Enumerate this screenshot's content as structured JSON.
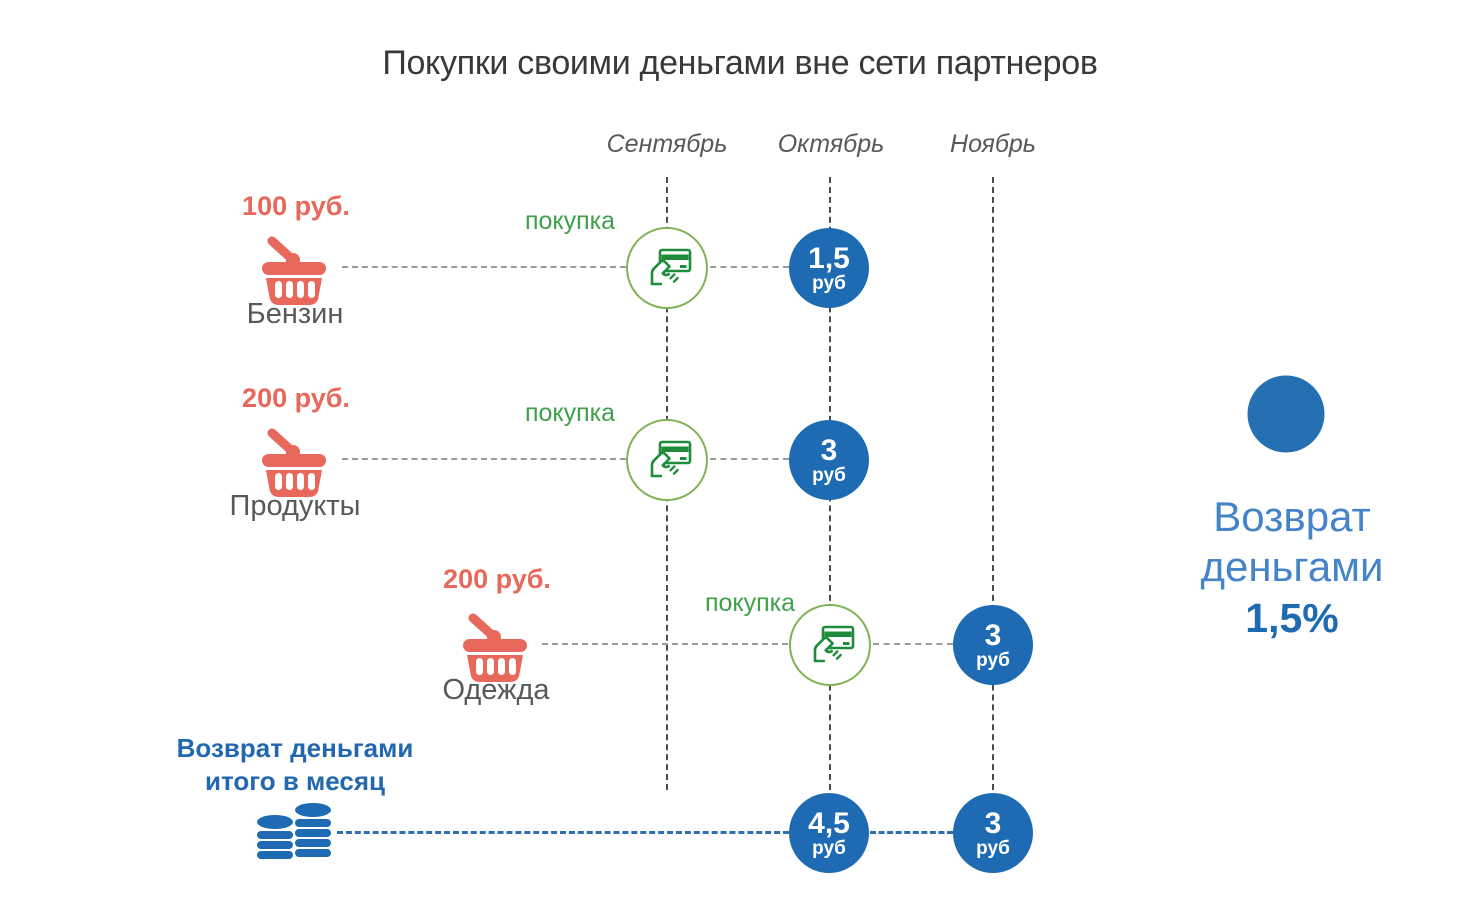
{
  "title": "Покупки своими деньгами вне сети партнеров",
  "months": [
    {
      "label": "Сентябрь"
    },
    {
      "label": "Октябрь"
    },
    {
      "label": "Ноябрь"
    }
  ],
  "rows": [
    {
      "amount": "100 руб.",
      "category": "Бензин",
      "purchase_label": "покупка",
      "purchase_month": "Сентябрь",
      "cashback_month": "Октябрь",
      "cashback_value": "1,5",
      "cashback_unit": "руб"
    },
    {
      "amount": "200 руб.",
      "category": "Продукты",
      "purchase_label": "покупка",
      "purchase_month": "Сентябрь",
      "cashback_month": "Октябрь",
      "cashback_value": "3",
      "cashback_unit": "руб"
    },
    {
      "amount": "200 руб.",
      "category": "Одежда",
      "purchase_label": "покупка",
      "purchase_month": "Октябрь",
      "cashback_month": "Ноябрь",
      "cashback_value": "3",
      "cashback_unit": "руб"
    }
  ],
  "total": {
    "label_line1": "Возврат деньгами",
    "label_line2": "итого в месяц",
    "october": {
      "value": "4,5",
      "unit": "руб"
    },
    "november": {
      "value": "3",
      "unit": "руб"
    }
  },
  "legend": {
    "line1": "Возврат",
    "line2": "деньгами",
    "percent": "1,5%"
  },
  "colors": {
    "blue": "#1e6bb3",
    "light_blue_text": "#4584c8",
    "red": "#e8695c",
    "green_icon": "#1f8c3c",
    "green_border": "#7fb356",
    "green_text": "#3da14b",
    "title_gray": "#393939",
    "label_gray": "#58595b"
  },
  "icons": {
    "purchase": "card-in-hand-icon",
    "category": "basket-icon",
    "total": "coin-stacks-icon",
    "legend": "filled-circle-icon"
  }
}
